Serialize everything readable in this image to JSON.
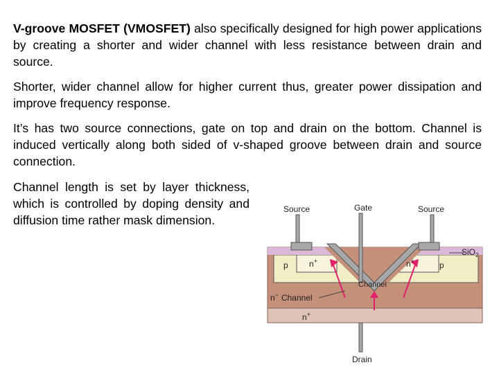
{
  "paragraphs": {
    "p1_bold": "V-groove MOSFET (VMOSFET)",
    "p1_rest": " also specifically designed for high power applications by creating a shorter and wider channel with less resistance between drain and source.",
    "p2": "Shorter, wider channel allow for higher current thus, greater power dissipation and improve frequency response.",
    "p3": "It’s has two source connections, gate on top and drain on the bottom. Channel is induced vertically along both sided of v-shaped groove between drain and source connection.",
    "p4": "Channel length is set by layer thickness, which is controlled by doping density and diffusion time rather mask dimension."
  },
  "diagram": {
    "source_left": "Source",
    "gate": "Gate",
    "source_right": "Source",
    "sio2": "SiO",
    "sio2_sub": "2",
    "p_left": "p",
    "nplus_left": "n",
    "nplus_right": "n",
    "p_right": "p",
    "channel_center": "Channel",
    "nminus_channel": "Channel",
    "n_minus": "n",
    "n_plus_bottom": "n",
    "drain": "Drain",
    "colors": {
      "n_minus_body": "#c4907a",
      "n_plus_layer": "#dec4b8",
      "p_region": "#f3edc6",
      "oxide": "#d9b8d8",
      "metal": "#a8a8a8",
      "arrow": "#e0206a"
    }
  }
}
